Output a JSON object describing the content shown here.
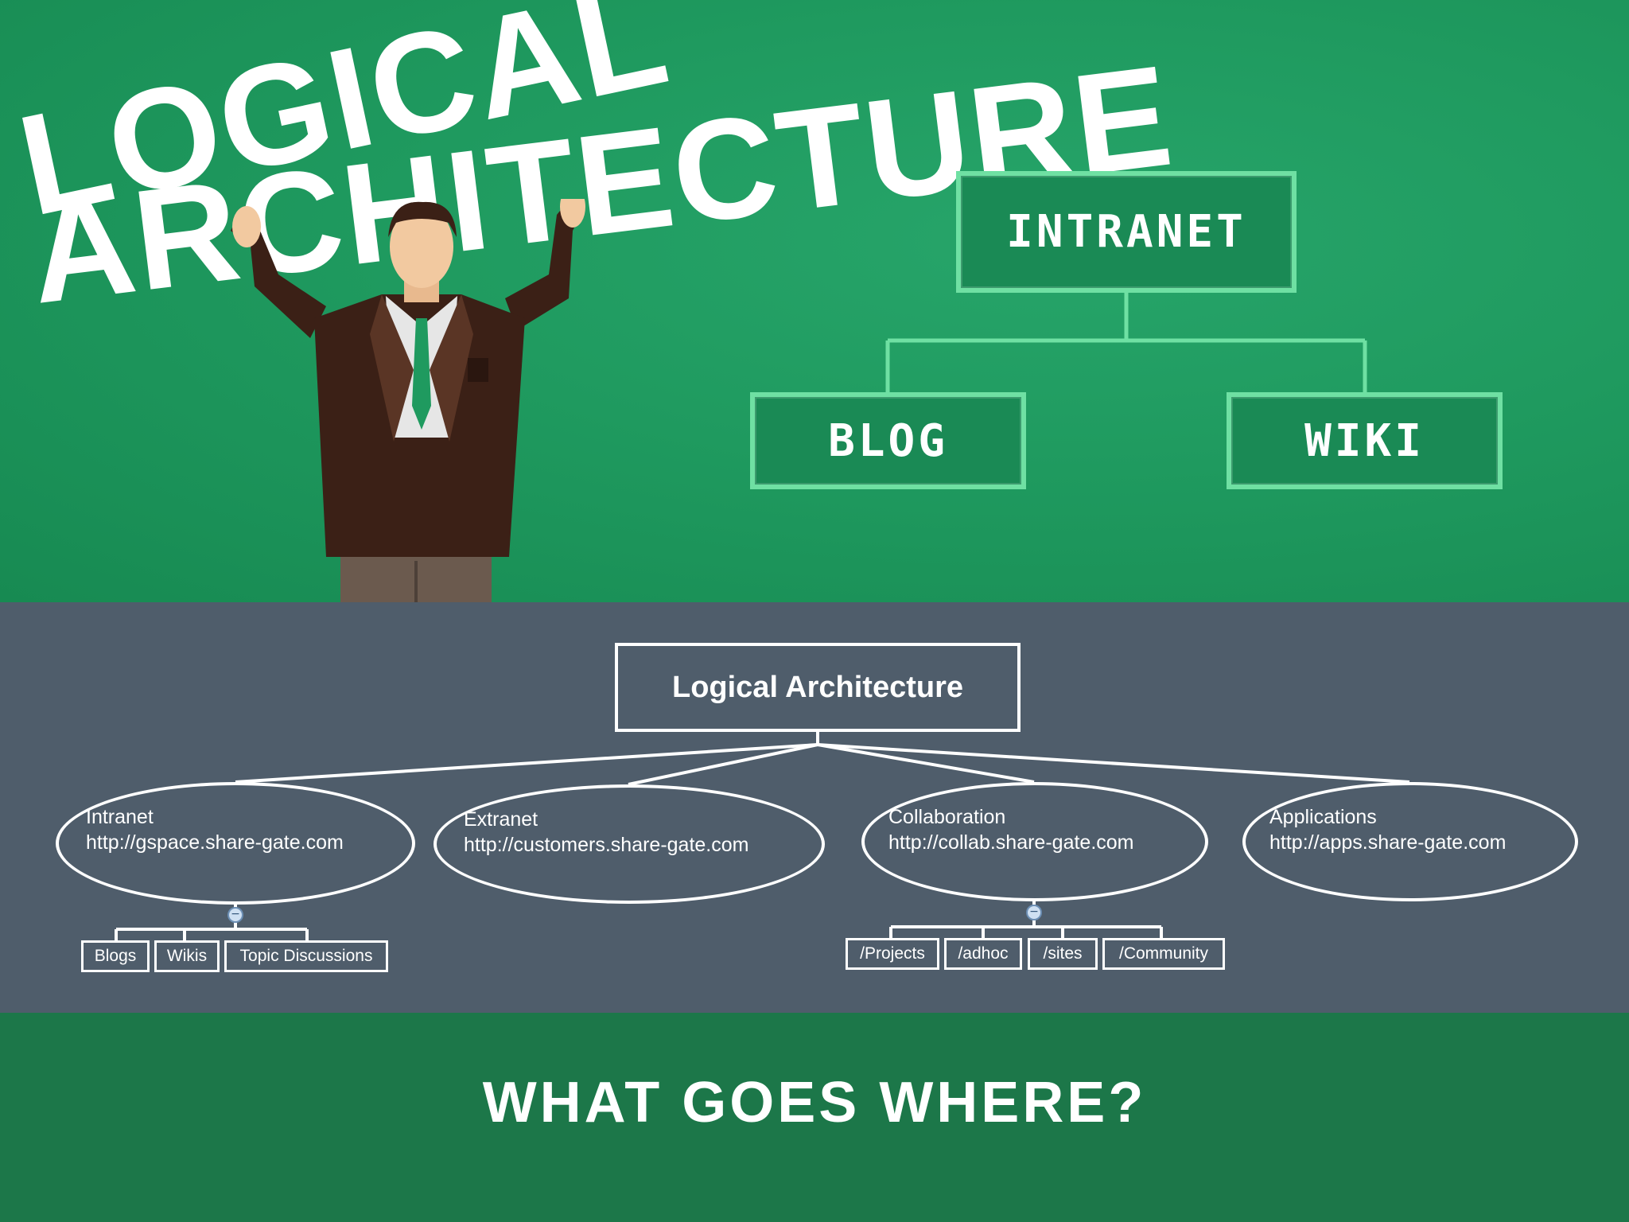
{
  "hero": {
    "title_line1": "LOGICAL",
    "title_line2": "ARCHITECTURE",
    "chalk_root": "INTRANET",
    "chalk_left": "BLOG",
    "chalk_right": "WIKI"
  },
  "diagram": {
    "root": "Logical Architecture",
    "nodes": [
      {
        "name": "Intranet",
        "url": "http://gspace.share-gate.com",
        "children": [
          "Blogs",
          "Wikis",
          "Topic Discussions"
        ]
      },
      {
        "name": "Extranet",
        "url": "http://customers.share-gate.com",
        "children": []
      },
      {
        "name": "Collaboration",
        "url": "http://collab.share-gate.com",
        "children": [
          "/Projects",
          "/adhoc",
          "/sites",
          "/Community"
        ]
      },
      {
        "name": "Applications",
        "url": "http://apps.share-gate.com",
        "children": []
      }
    ],
    "collapse_glyph": "−"
  },
  "caption": "WHAT GOES WHERE?",
  "colors": {
    "hero_green": "#1f9a5f",
    "chalk_line": "#6fe0a3",
    "slate": "#4f5d6b",
    "footer_green": "#1c7749"
  }
}
